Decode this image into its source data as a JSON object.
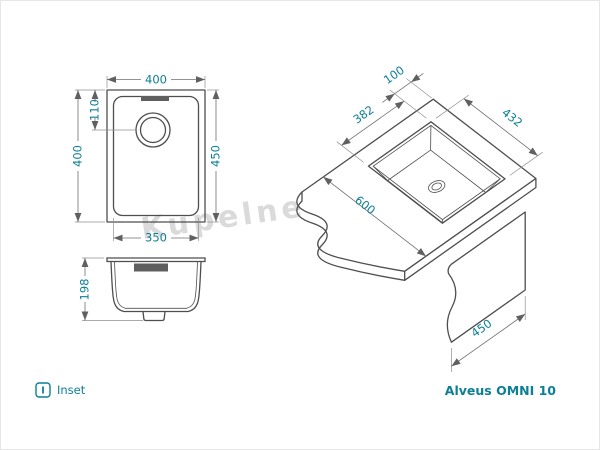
{
  "page": {
    "product_name": "Alveus OMNI 10",
    "legend": {
      "icon_letter": "I",
      "label": "Inset"
    },
    "watermark": "Kupelne"
  },
  "colors": {
    "accent": "#0c7f95",
    "line_dark": "#4e4e4e",
    "line_dim": "#6f6f6f",
    "watermark": "#dadada"
  },
  "dimensions": {
    "top_view": {
      "width_top": "400",
      "height_right": "450",
      "height_left": "400",
      "drain_offset": "110",
      "bowl_width": "350"
    },
    "side_view": {
      "depth": "198"
    },
    "iso_view": {
      "edge_to_cutout": "100",
      "cutout_length": "432",
      "cutout_width": "382",
      "worktop_depth": "600",
      "cabinet_width": "450"
    }
  }
}
